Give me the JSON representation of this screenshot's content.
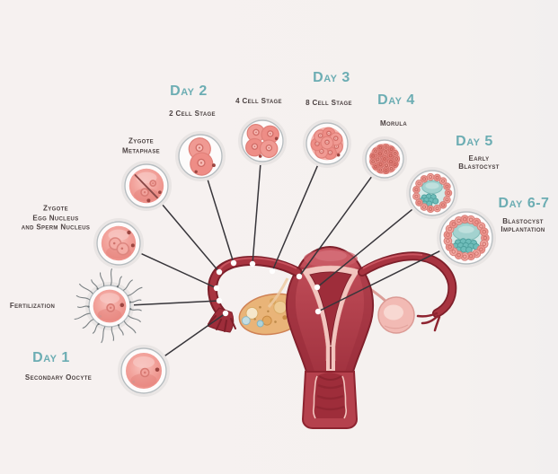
{
  "colors": {
    "background": "#f5f1ef",
    "day_label_teal": "#6cadb3",
    "stage_label_dark": "#4b4141",
    "connector_line": "#37353a",
    "marker_dot": "#ffffff",
    "cell_pink": "#f09a93",
    "cell_pink_light": "#f8c9c4",
    "blastocyst_teal": "#6fbdba",
    "uterus_red": "#b5414d",
    "uterus_dark_red": "#7e1f2a",
    "endometrium_pink": "#f2c4be",
    "ovary_tan": "#e9b478"
  },
  "stages": [
    {
      "id": "day1",
      "day": "Day 1",
      "label_lines": [
        "Secondary Oocyte"
      ]
    },
    {
      "id": "fertilization",
      "label_lines": [
        "Fertilization"
      ]
    },
    {
      "id": "zygote",
      "label_lines": [
        "Zygote",
        "Egg Nucleus",
        "and Sperm Nucleus"
      ]
    },
    {
      "id": "zygote-metaphase",
      "label_lines": [
        "Zygote",
        "Metaphase"
      ]
    },
    {
      "id": "day2",
      "day": "Day 2",
      "label_lines": [
        "2 Cell Stage"
      ]
    },
    {
      "id": "4-cell",
      "label_lines": [
        "4 Cell Stage"
      ]
    },
    {
      "id": "day3",
      "day": "Day 3",
      "label_lines": [
        "8 Cell Stage"
      ]
    },
    {
      "id": "day4",
      "day": "Day 4",
      "label_lines": [
        "Morula"
      ]
    },
    {
      "id": "day5",
      "day": "Day 5",
      "label_lines": [
        "Early",
        "Blastocyst"
      ]
    },
    {
      "id": "day6-7",
      "day": "Day 6-7",
      "label_lines": [
        "Blastocyst",
        "Implantation"
      ]
    }
  ]
}
